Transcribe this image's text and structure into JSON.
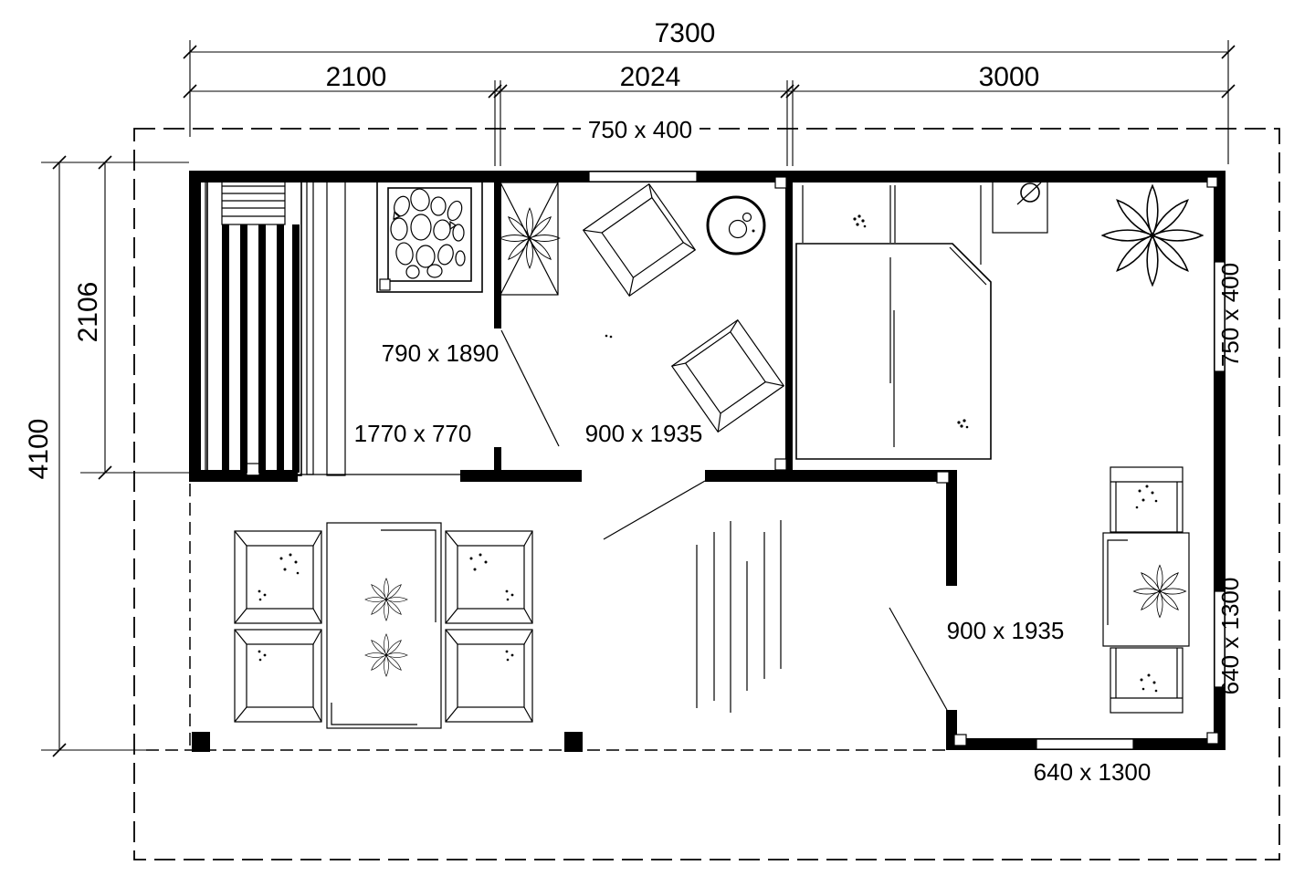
{
  "drawing": {
    "dimensions": {
      "total_width": "7300",
      "width_segments": [
        "2100",
        "2024",
        "3000"
      ],
      "total_height": "4100",
      "height_partial": "2106"
    },
    "labels": {
      "window_top": "750 x 400",
      "window_right_upper": "750 x 400",
      "door_sauna": "790 x 1890",
      "sauna_bench": "1770 x 770",
      "door_living": "900 x 1935",
      "door_bedroom": "900 x 1935",
      "window_bottom": "640 x 1300",
      "window_right_lower": "640 x 1300"
    }
  }
}
